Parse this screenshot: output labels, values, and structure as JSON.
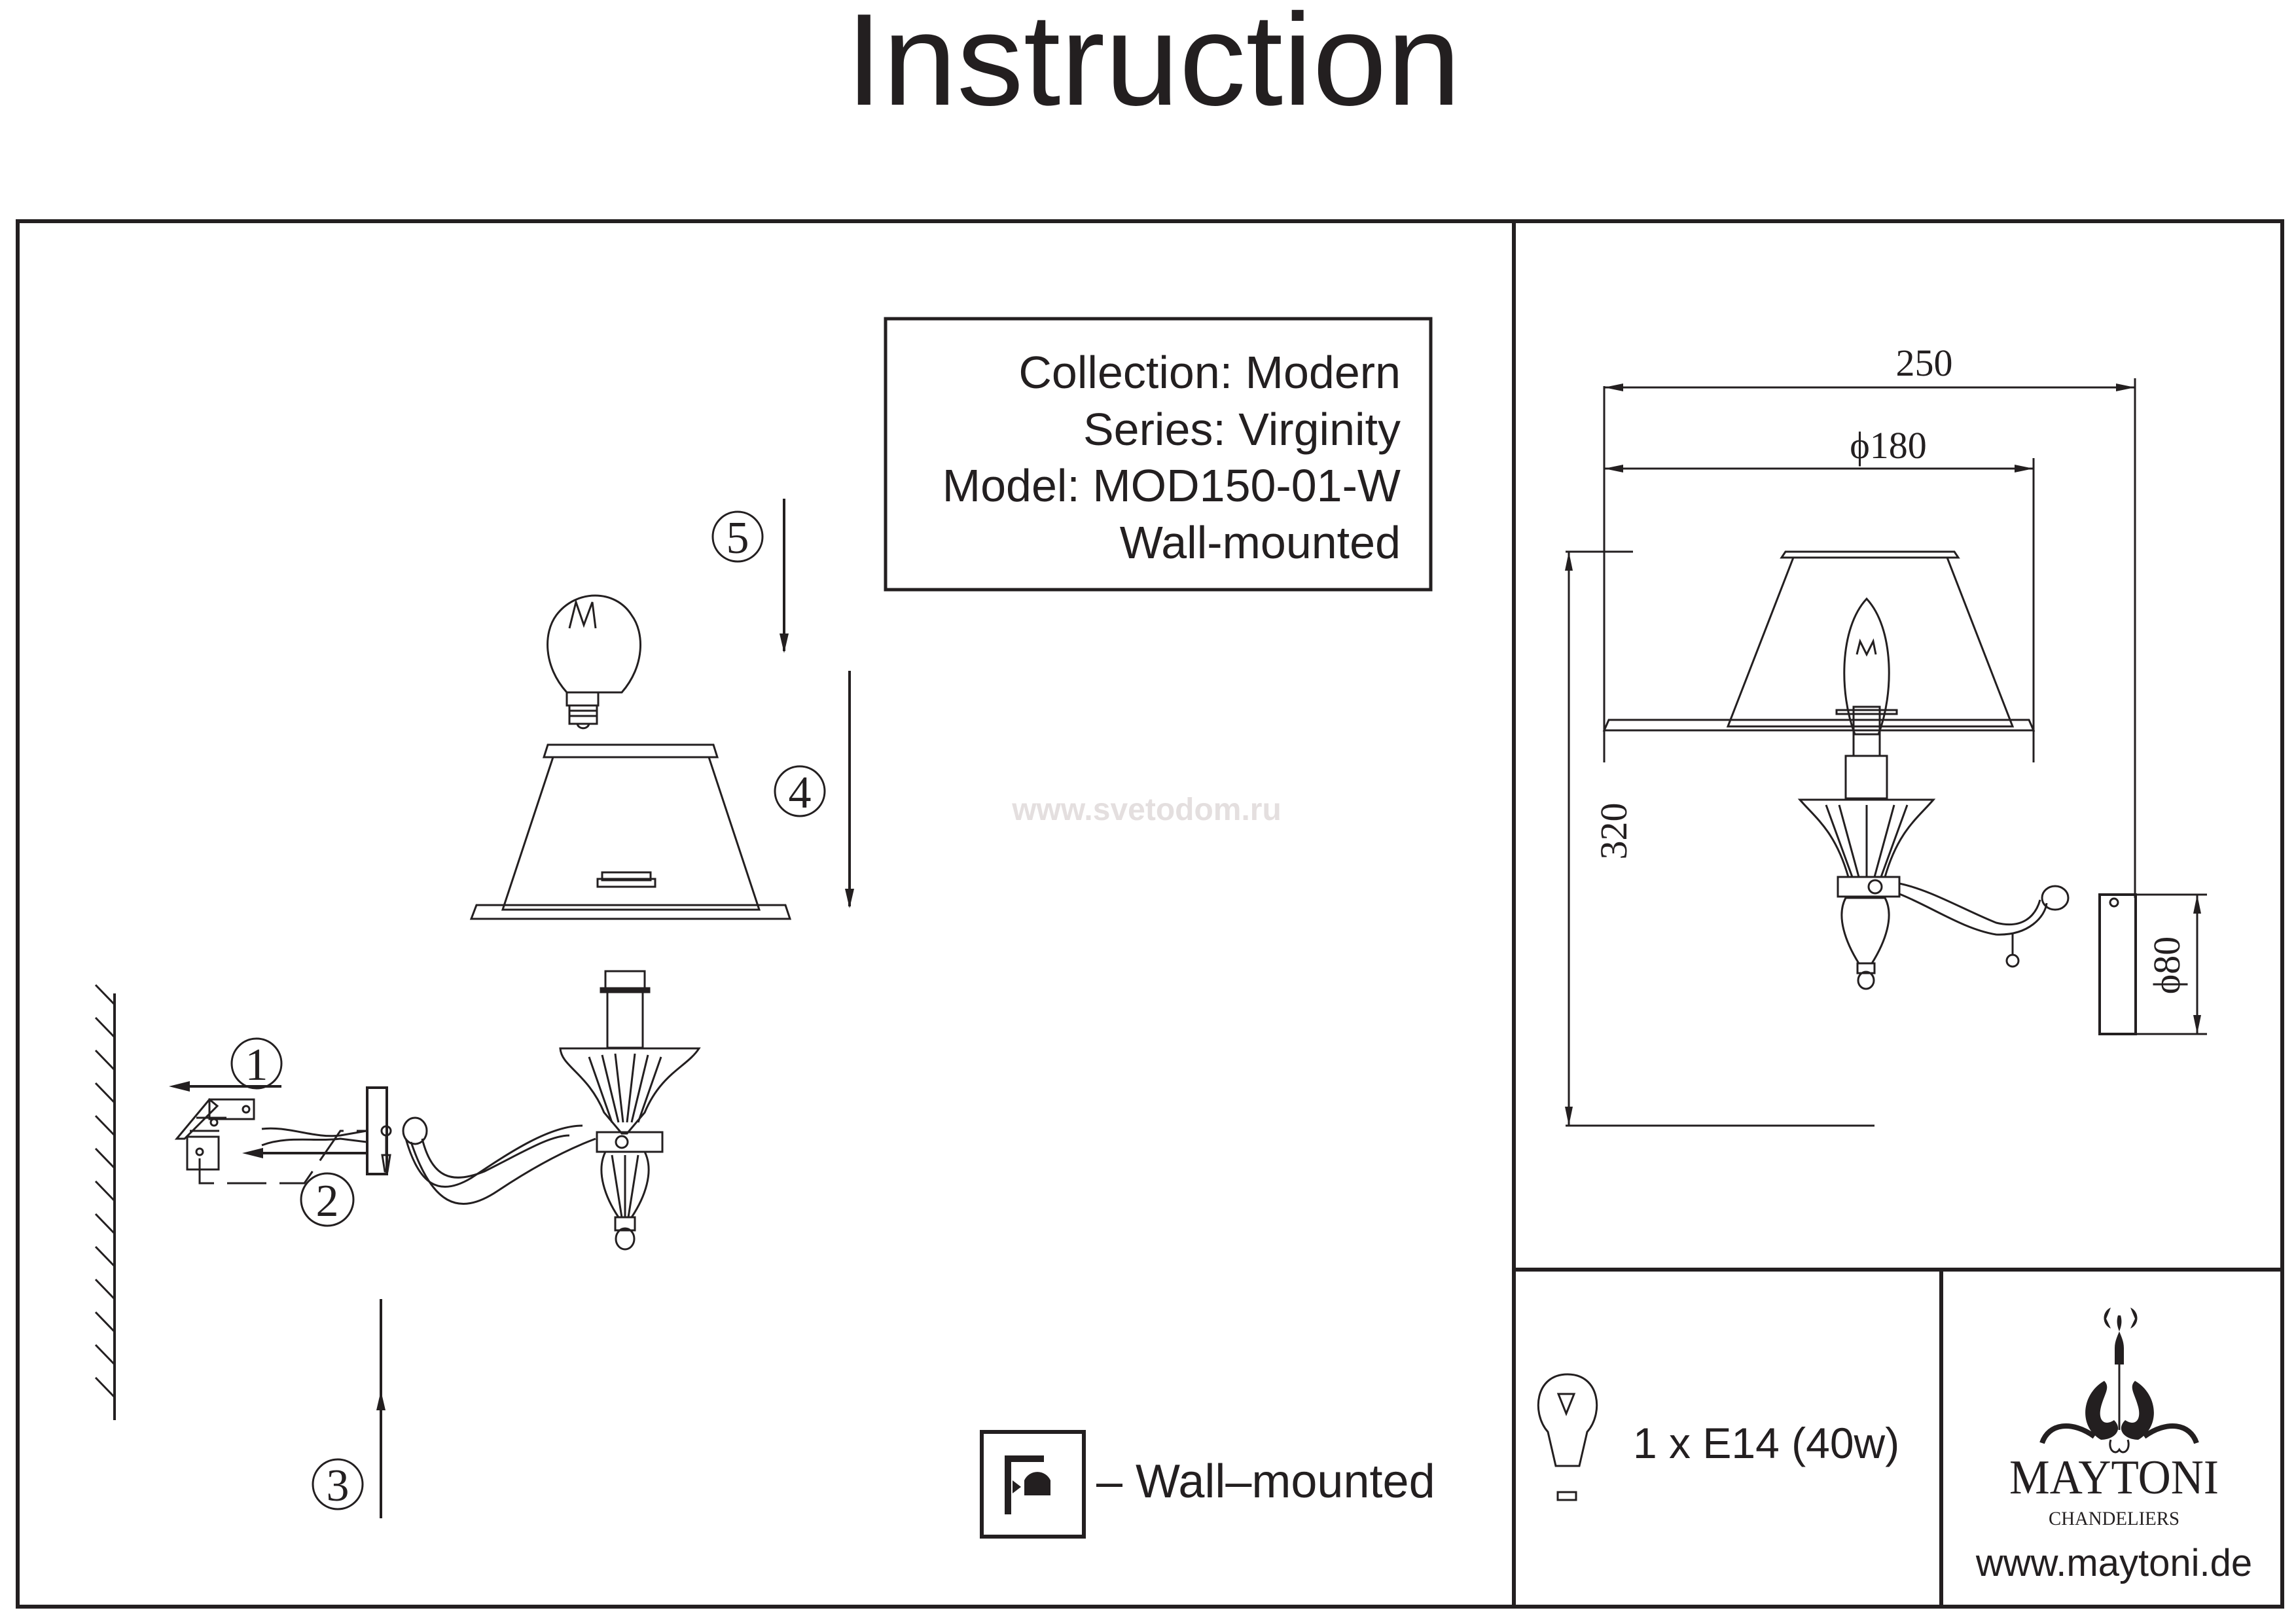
{
  "title": "Instruction",
  "info_box": {
    "collection": "Collection: Modern",
    "series": "Series: Virginity",
    "model": "Model: MOD150-01-W",
    "mounting": "Wall-mounted"
  },
  "watermark": "www.svetodom.ru",
  "assembly_steps": [
    "1",
    "2",
    "3",
    "4",
    "5"
  ],
  "mount_legend": {
    "icon": "wall-mount-icon",
    "label": "– Wall–mounted"
  },
  "dimensions": {
    "total_width": "250",
    "shade_diameter": "ϕ180",
    "height": "320",
    "backplate_diameter": "ϕ80"
  },
  "bulb_spec": {
    "icon": "bulb-icon",
    "label": "1 x E14 (40w)"
  },
  "brand": {
    "name": "MAYTONI",
    "tagline": "CHANDELIERS",
    "website": "www.maytoni.de",
    "logo_icon": "chandelier-logo-icon"
  },
  "colors": {
    "ink": "#231f20",
    "watermark": "#e4dfdf"
  }
}
